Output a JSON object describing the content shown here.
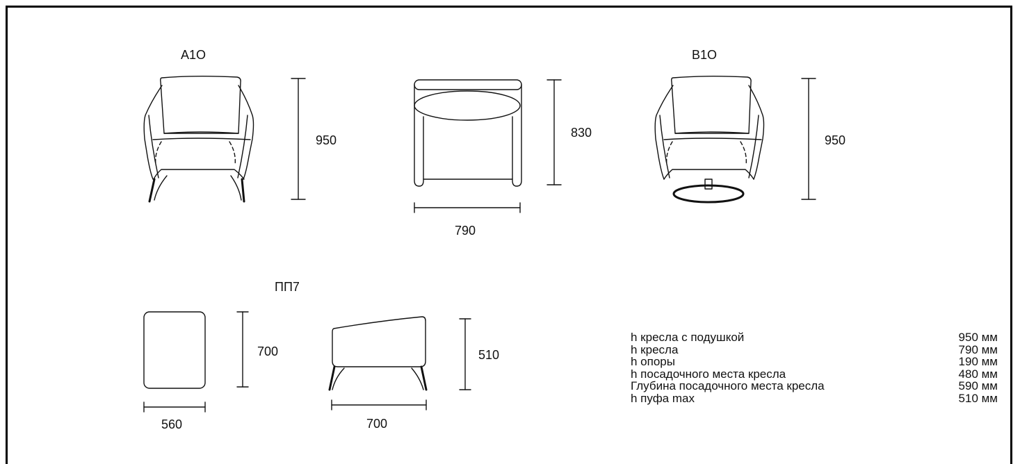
{
  "models": {
    "a1o": {
      "name": "А1О",
      "height": "950"
    },
    "middle": {
      "height": "830",
      "width": "790"
    },
    "b1o": {
      "name": "В1О",
      "height": "950"
    },
    "pp7": {
      "name": "ПП7",
      "top_height": "700",
      "top_width": "560",
      "side_height": "510",
      "side_width": "700"
    }
  },
  "specs": [
    {
      "label": "h кресла с подушкой",
      "value": "950 мм"
    },
    {
      "label": "h кресла",
      "value": "790 мм"
    },
    {
      "label": "h опоры",
      "value": "190 мм"
    },
    {
      "label": "h посадочного места кресла",
      "value": "480 мм"
    },
    {
      "label": "Глубина посадочного места кресла",
      "value": "590 мм"
    },
    {
      "label": "h пуфа max",
      "value": "510 мм"
    }
  ],
  "colors": {
    "line": "#111111",
    "frame": "#000000"
  }
}
